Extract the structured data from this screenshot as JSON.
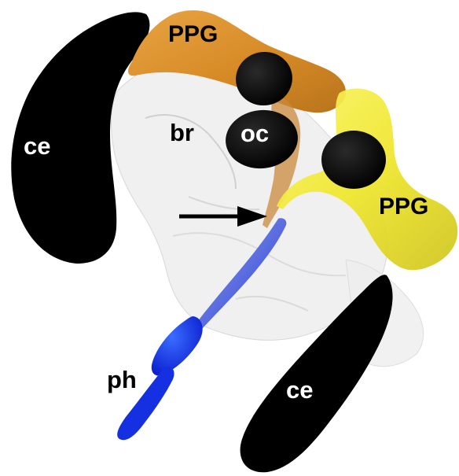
{
  "figure": {
    "labels": {
      "ppg_top": "PPG",
      "ppg_right": "PPG",
      "br": "br",
      "oc": "oc",
      "ce_left": "ce",
      "ce_bottom": "ce",
      "ph": "ph"
    },
    "structures": [
      {
        "name": "ce",
        "color": "#000000"
      },
      {
        "name": "br",
        "color": "#efefef"
      },
      {
        "name": "PPG (left)",
        "color": "#d9922e"
      },
      {
        "name": "PPG (right)",
        "color": "#f2ec2a"
      },
      {
        "name": "oc",
        "color": "#000000"
      },
      {
        "name": "ph",
        "color": "#2a3fd6"
      }
    ],
    "arrow_color": "#000000"
  }
}
